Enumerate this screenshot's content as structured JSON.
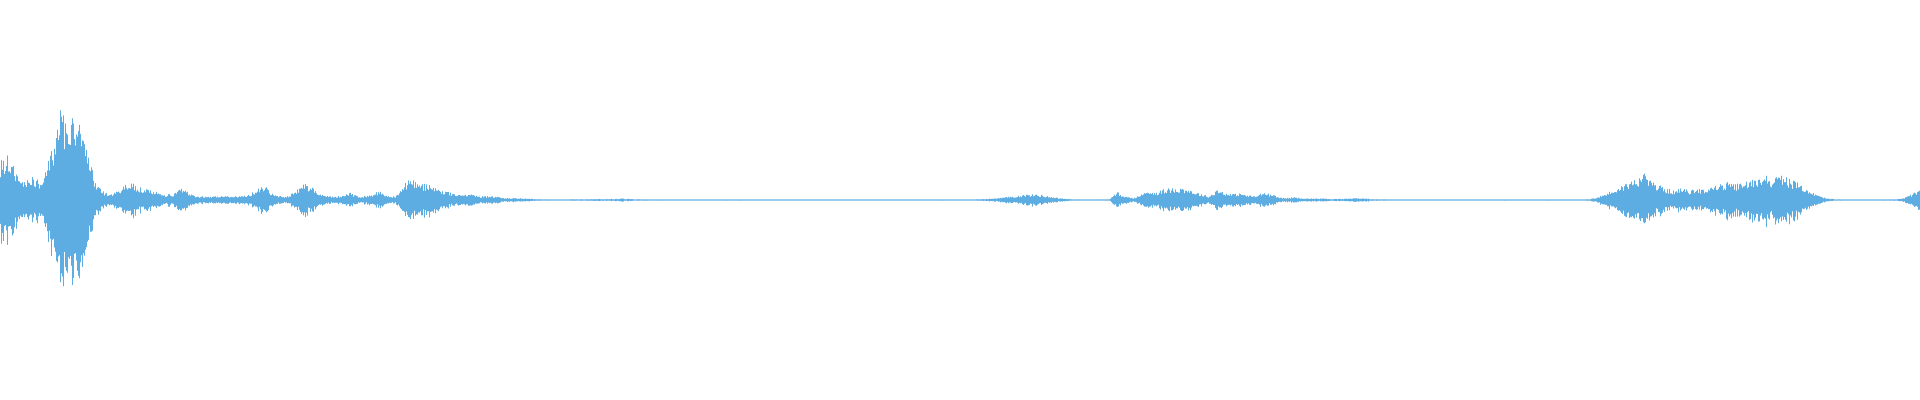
{
  "waveform": {
    "color": "#5DADE2",
    "background": "#ffffff",
    "baseline": 0.5,
    "envelope": [
      [
        0.0,
        0.2
      ],
      [
        0.004,
        0.23
      ],
      [
        0.008,
        0.15
      ],
      [
        0.012,
        0.1
      ],
      [
        0.016,
        0.12
      ],
      [
        0.02,
        0.1
      ],
      [
        0.024,
        0.15
      ],
      [
        0.028,
        0.33
      ],
      [
        0.031,
        0.48
      ],
      [
        0.034,
        0.4
      ],
      [
        0.037,
        0.47
      ],
      [
        0.04,
        0.46
      ],
      [
        0.043,
        0.32
      ],
      [
        0.046,
        0.22
      ],
      [
        0.05,
        0.08
      ],
      [
        0.054,
        0.04
      ],
      [
        0.058,
        0.03
      ],
      [
        0.062,
        0.05
      ],
      [
        0.066,
        0.09
      ],
      [
        0.07,
        0.08
      ],
      [
        0.074,
        0.06
      ],
      [
        0.078,
        0.05
      ],
      [
        0.082,
        0.04
      ],
      [
        0.086,
        0.03
      ],
      [
        0.09,
        0.03
      ],
      [
        0.094,
        0.06
      ],
      [
        0.098,
        0.04
      ],
      [
        0.102,
        0.02
      ],
      [
        0.106,
        0.02
      ],
      [
        0.11,
        0.02
      ],
      [
        0.114,
        0.02
      ],
      [
        0.118,
        0.02
      ],
      [
        0.122,
        0.02
      ],
      [
        0.126,
        0.02
      ],
      [
        0.13,
        0.03
      ],
      [
        0.134,
        0.06
      ],
      [
        0.138,
        0.07
      ],
      [
        0.142,
        0.03
      ],
      [
        0.146,
        0.02
      ],
      [
        0.15,
        0.02
      ],
      [
        0.154,
        0.05
      ],
      [
        0.158,
        0.09
      ],
      [
        0.162,
        0.07
      ],
      [
        0.166,
        0.04
      ],
      [
        0.17,
        0.02
      ],
      [
        0.174,
        0.02
      ],
      [
        0.178,
        0.02
      ],
      [
        0.182,
        0.04
      ],
      [
        0.186,
        0.02
      ],
      [
        0.19,
        0.02
      ],
      [
        0.194,
        0.03
      ],
      [
        0.198,
        0.05
      ],
      [
        0.202,
        0.02
      ],
      [
        0.206,
        0.02
      ],
      [
        0.21,
        0.08
      ],
      [
        0.214,
        0.11
      ],
      [
        0.218,
        0.09
      ],
      [
        0.222,
        0.08
      ],
      [
        0.226,
        0.07
      ],
      [
        0.23,
        0.05
      ],
      [
        0.234,
        0.04
      ],
      [
        0.238,
        0.03
      ],
      [
        0.242,
        0.03
      ],
      [
        0.246,
        0.03
      ],
      [
        0.25,
        0.02
      ],
      [
        0.254,
        0.02
      ],
      [
        0.258,
        0.02
      ],
      [
        0.262,
        0.01
      ],
      [
        0.266,
        0.01
      ],
      [
        0.27,
        0.01
      ],
      [
        0.28,
        0.004
      ],
      [
        0.29,
        0.003
      ],
      [
        0.3,
        0.004
      ],
      [
        0.31,
        0.005
      ],
      [
        0.32,
        0.006
      ],
      [
        0.324,
        0.008
      ],
      [
        0.328,
        0.005
      ],
      [
        0.34,
        0.003
      ],
      [
        0.36,
        0.003
      ],
      [
        0.38,
        0.003
      ],
      [
        0.4,
        0.003
      ],
      [
        0.42,
        0.003
      ],
      [
        0.44,
        0.003
      ],
      [
        0.46,
        0.003
      ],
      [
        0.48,
        0.003
      ],
      [
        0.5,
        0.003
      ],
      [
        0.51,
        0.004
      ],
      [
        0.52,
        0.01
      ],
      [
        0.528,
        0.02
      ],
      [
        0.534,
        0.028
      ],
      [
        0.54,
        0.03
      ],
      [
        0.546,
        0.02
      ],
      [
        0.552,
        0.01
      ],
      [
        0.558,
        0.004
      ],
      [
        0.57,
        0.003
      ],
      [
        0.578,
        0.004
      ],
      [
        0.582,
        0.04
      ],
      [
        0.586,
        0.02
      ],
      [
        0.59,
        0.01
      ],
      [
        0.594,
        0.025
      ],
      [
        0.598,
        0.05
      ],
      [
        0.602,
        0.04
      ],
      [
        0.606,
        0.055
      ],
      [
        0.61,
        0.06
      ],
      [
        0.614,
        0.065
      ],
      [
        0.618,
        0.06
      ],
      [
        0.622,
        0.045
      ],
      [
        0.626,
        0.03
      ],
      [
        0.63,
        0.02
      ],
      [
        0.634,
        0.055
      ],
      [
        0.638,
        0.04
      ],
      [
        0.642,
        0.03
      ],
      [
        0.646,
        0.035
      ],
      [
        0.65,
        0.025
      ],
      [
        0.654,
        0.02
      ],
      [
        0.658,
        0.04
      ],
      [
        0.662,
        0.03
      ],
      [
        0.666,
        0.015
      ],
      [
        0.67,
        0.01
      ],
      [
        0.674,
        0.015
      ],
      [
        0.678,
        0.01
      ],
      [
        0.682,
        0.008
      ],
      [
        0.686,
        0.008
      ],
      [
        0.69,
        0.008
      ],
      [
        0.694,
        0.006
      ],
      [
        0.7,
        0.006
      ],
      [
        0.706,
        0.01
      ],
      [
        0.712,
        0.008
      ],
      [
        0.716,
        0.004
      ],
      [
        0.73,
        0.003
      ],
      [
        0.76,
        0.003
      ],
      [
        0.79,
        0.003
      ],
      [
        0.82,
        0.003
      ],
      [
        0.828,
        0.004
      ],
      [
        0.832,
        0.015
      ],
      [
        0.836,
        0.03
      ],
      [
        0.84,
        0.05
      ],
      [
        0.844,
        0.07
      ],
      [
        0.848,
        0.09
      ],
      [
        0.852,
        0.11
      ],
      [
        0.856,
        0.14
      ],
      [
        0.86,
        0.1
      ],
      [
        0.864,
        0.08
      ],
      [
        0.868,
        0.06
      ],
      [
        0.872,
        0.05
      ],
      [
        0.876,
        0.06
      ],
      [
        0.88,
        0.05
      ],
      [
        0.884,
        0.055
      ],
      [
        0.888,
        0.06
      ],
      [
        0.892,
        0.07
      ],
      [
        0.896,
        0.08
      ],
      [
        0.9,
        0.09
      ],
      [
        0.904,
        0.08
      ],
      [
        0.908,
        0.09
      ],
      [
        0.912,
        0.1
      ],
      [
        0.916,
        0.12
      ],
      [
        0.92,
        0.13
      ],
      [
        0.924,
        0.11
      ],
      [
        0.928,
        0.13
      ],
      [
        0.932,
        0.11
      ],
      [
        0.936,
        0.09
      ],
      [
        0.94,
        0.07
      ],
      [
        0.944,
        0.04
      ],
      [
        0.948,
        0.02
      ],
      [
        0.952,
        0.008
      ],
      [
        0.956,
        0.004
      ],
      [
        0.96,
        0.003
      ],
      [
        0.97,
        0.003
      ],
      [
        0.98,
        0.003
      ],
      [
        0.988,
        0.004
      ],
      [
        0.992,
        0.01
      ],
      [
        0.996,
        0.03
      ],
      [
        1.0,
        0.05
      ]
    ]
  }
}
